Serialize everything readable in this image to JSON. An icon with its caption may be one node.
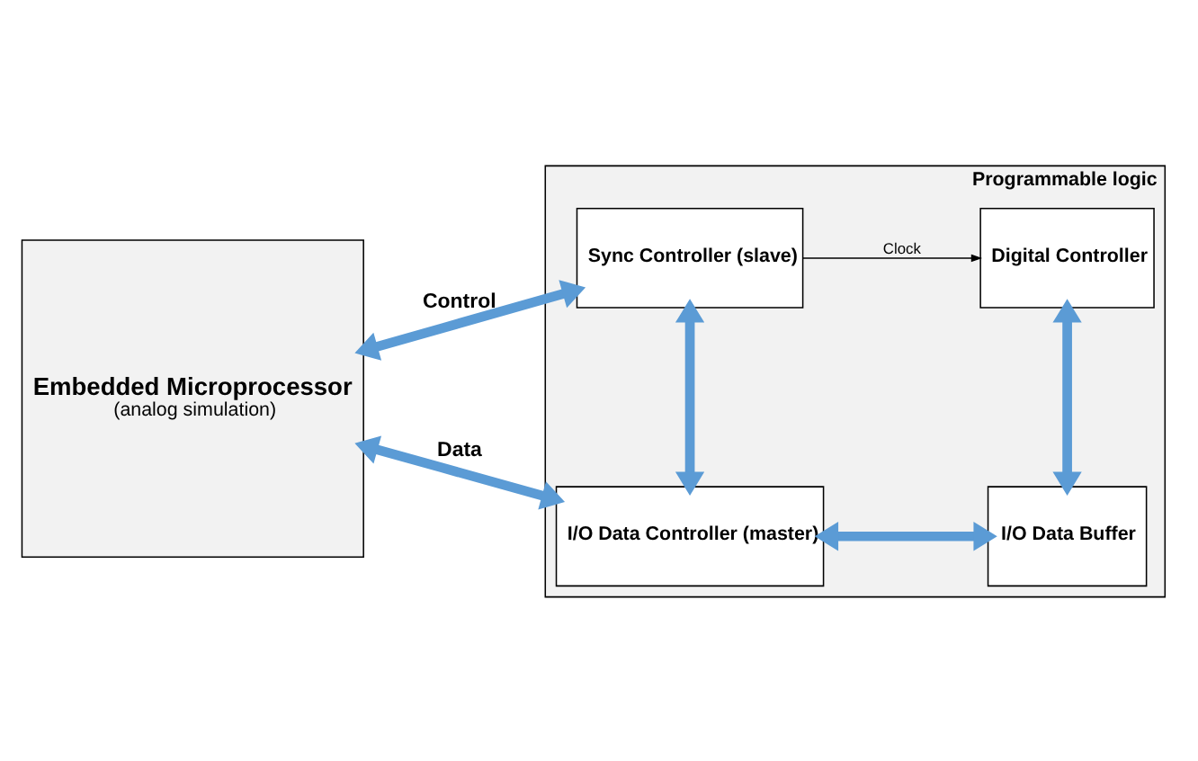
{
  "diagram": {
    "nodes": [
      {
        "text": [
          "Embedded Microprocessor",
          "(analog simulation)"
        ]
      },
      {
        "text": [
          "Programmable logic"
        ]
      },
      {
        "text": [
          "Sync Controller (slave)"
        ],
        "in": 1
      },
      {
        "text": [
          "Digital Controller"
        ],
        "in": 1
      },
      {
        "text": [
          "I/O Data Controller (master)"
        ],
        "in": 1
      },
      {
        "text": [
          "I/O Data Buffer"
        ],
        "in": 1
      }
    ],
    "edges": [
      {
        "from": 0,
        "to": 2,
        "arrow": "both",
        "label": "Control"
      },
      {
        "from": 0,
        "to": 4,
        "arrow": "both",
        "label": "Data"
      },
      {
        "from": 2,
        "to": 3,
        "arrow": "to",
        "label": "Clock",
        "color": "#000000"
      },
      {
        "from": 2,
        "to": 4,
        "arrow": "both"
      },
      {
        "from": 3,
        "to": 5,
        "arrow": "both"
      },
      {
        "from": 4,
        "to": 5,
        "arrow": "both"
      }
    ]
  }
}
